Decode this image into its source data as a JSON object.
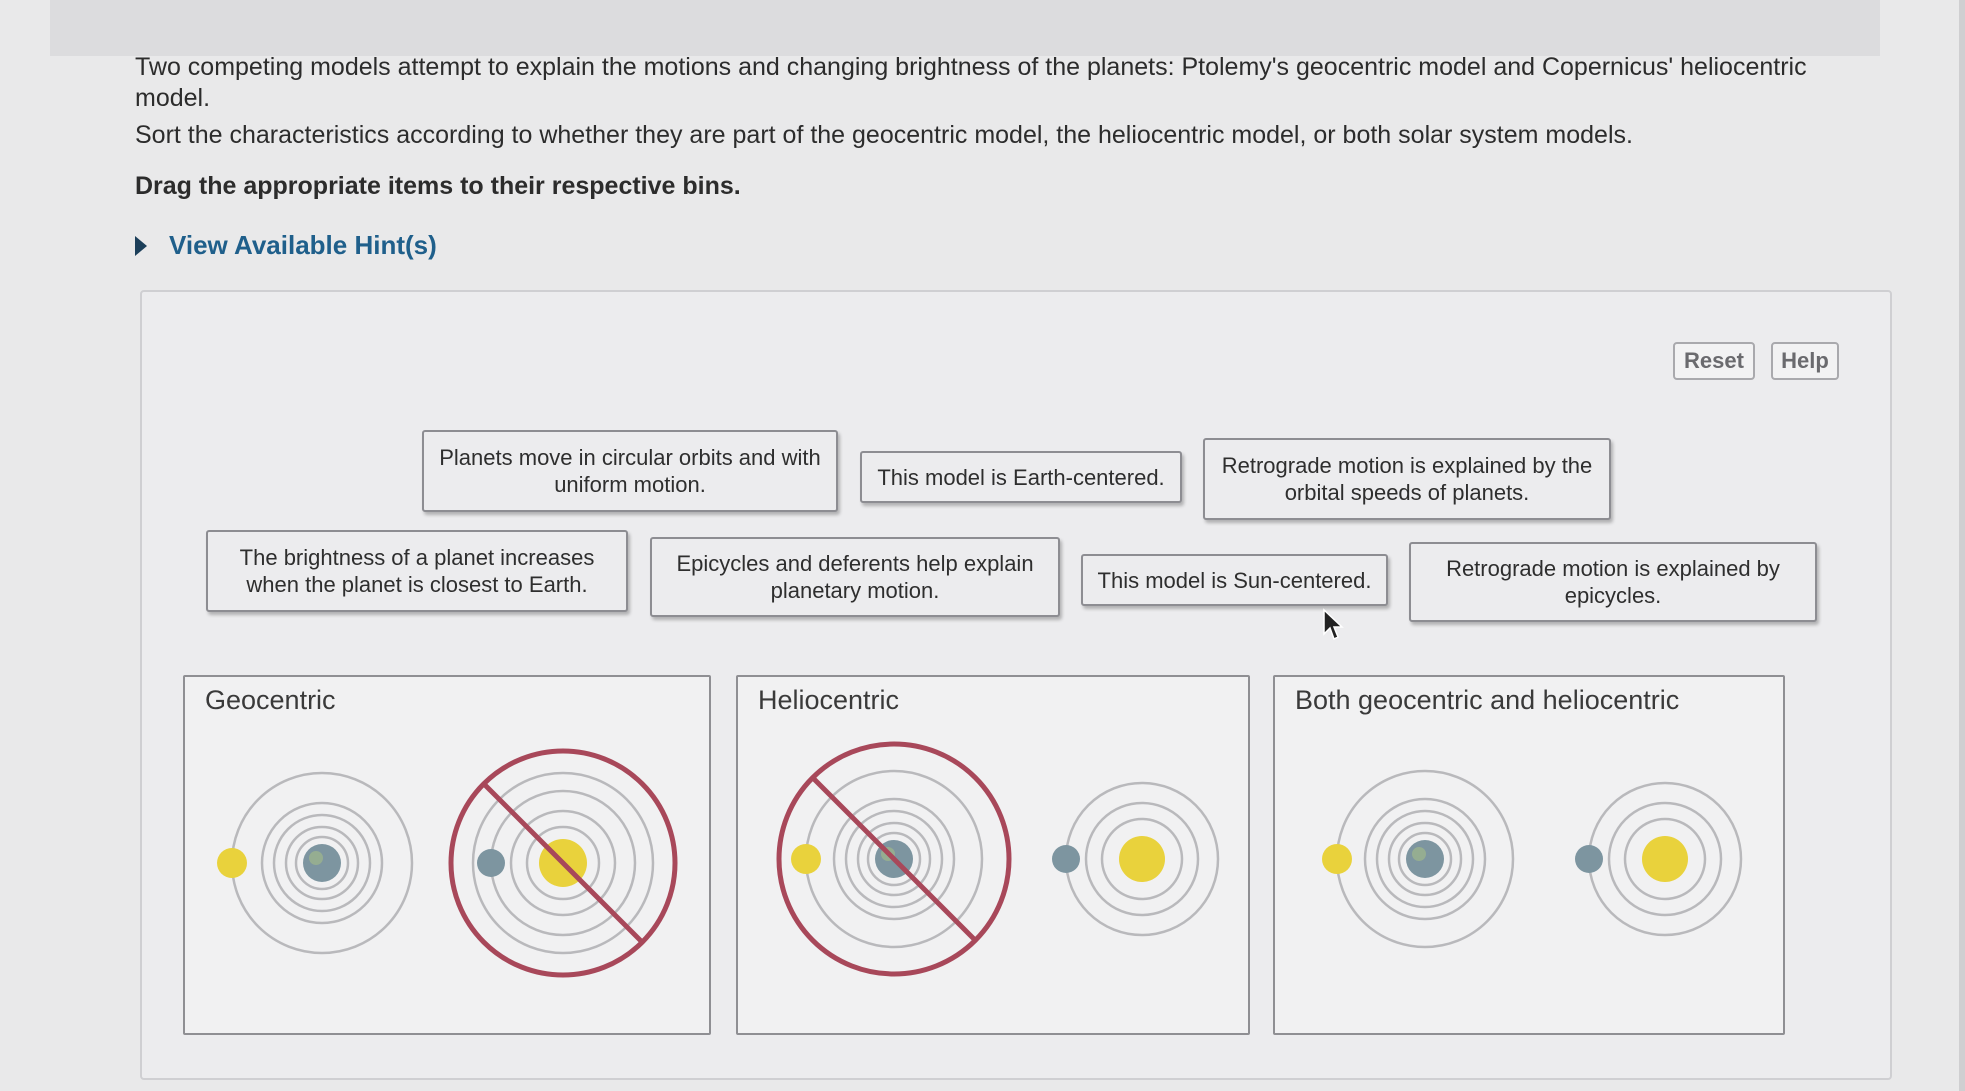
{
  "instructions": {
    "line1": "Two competing models attempt to explain the motions and changing brightness of the planets: Ptolemy's geocentric model and Copernicus' heliocentric model.",
    "line2": "Sort the characteristics according to whether they are part of the geocentric model, the heliocentric model, or both solar system models.",
    "drag": "Drag the appropriate items to their respective bins."
  },
  "hints": {
    "label": "View Available Hint(s)"
  },
  "toolbar": {
    "reset": "Reset",
    "help": "Help"
  },
  "items": [
    "Planets move in circular orbits and with uniform motion.",
    "This model is Earth-centered.",
    "Retrograde motion is explained by the orbital speeds of planets.",
    "The brightness of a planet increases when the planet is closest to Earth.",
    "Epicycles and deferents help explain planetary motion.",
    "This model is Sun-centered.",
    "Retrograde motion is explained by epicycles."
  ],
  "bins": [
    {
      "label": "Geocentric"
    },
    {
      "label": "Heliocentric"
    },
    {
      "label": "Both geocentric and heliocentric"
    }
  ],
  "colors": {
    "link": "#1f5f8b",
    "sun": "#e9d23c",
    "earth": "#7d95a0",
    "no_symbol": "#a8485a"
  }
}
